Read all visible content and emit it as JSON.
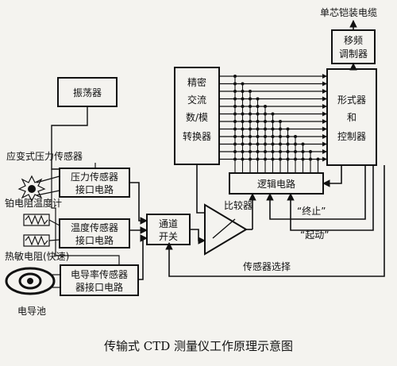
{
  "diagram": {
    "caption": "传输式 CTD 测量仪工作原理示意图",
    "blocks": {
      "oscillator": "振荡器",
      "ad_converter": [
        "精密",
        "交流",
        "数/模",
        "转换器"
      ],
      "modulator": [
        "移频",
        "调制器"
      ],
      "formatter": [
        "形式器",
        "和",
        "控制器"
      ],
      "logic": "逻辑电路",
      "comparator": "比较器",
      "channel_switch": [
        "通道",
        "开关"
      ],
      "pressure_iface": [
        "压力传感器",
        "接口电路"
      ],
      "temp_iface": [
        "温度传感器",
        "接口电路"
      ],
      "cond_iface": [
        "电导率传感器",
        "器接口电路"
      ]
    },
    "labels": {
      "armored_cable": "单芯铠装电缆",
      "strain_sensor": "应变式压力传感器",
      "platinum_thermometer": "铂电阻温度计",
      "thermistor": "热敏电阻(快速)",
      "conductivity_cell": "电导池",
      "stop": "“终止”",
      "start": "“起动”",
      "sensor_select": "传感器选择"
    }
  }
}
